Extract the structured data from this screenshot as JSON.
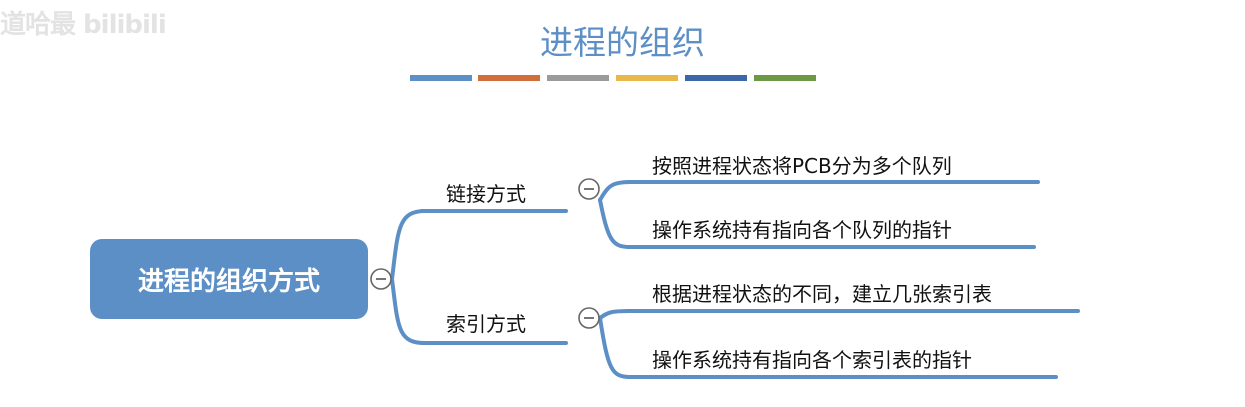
{
  "watermark": "道哈最 bilibili",
  "title": "进程的组织",
  "title_bar_colors": [
    "#5b8fc6",
    "#d16f3b",
    "#9b9b9b",
    "#e8b94a",
    "#3d66a8",
    "#6c9a44"
  ],
  "line_color": "#5b8fc6",
  "root": {
    "label": "进程的组织方式",
    "collapse_icon": "minus-circle-icon"
  },
  "branches": [
    {
      "label": "链接方式",
      "collapse_icon": "minus-circle-icon",
      "children": [
        "按照进程状态将PCB分为多个队列",
        "操作系统持有指向各个队列的指针"
      ]
    },
    {
      "label": "索引方式",
      "collapse_icon": "minus-circle-icon",
      "children": [
        "根据进程状态的不同，建立几张索引表",
        "操作系统持有指向各个索引表的指针"
      ]
    }
  ]
}
